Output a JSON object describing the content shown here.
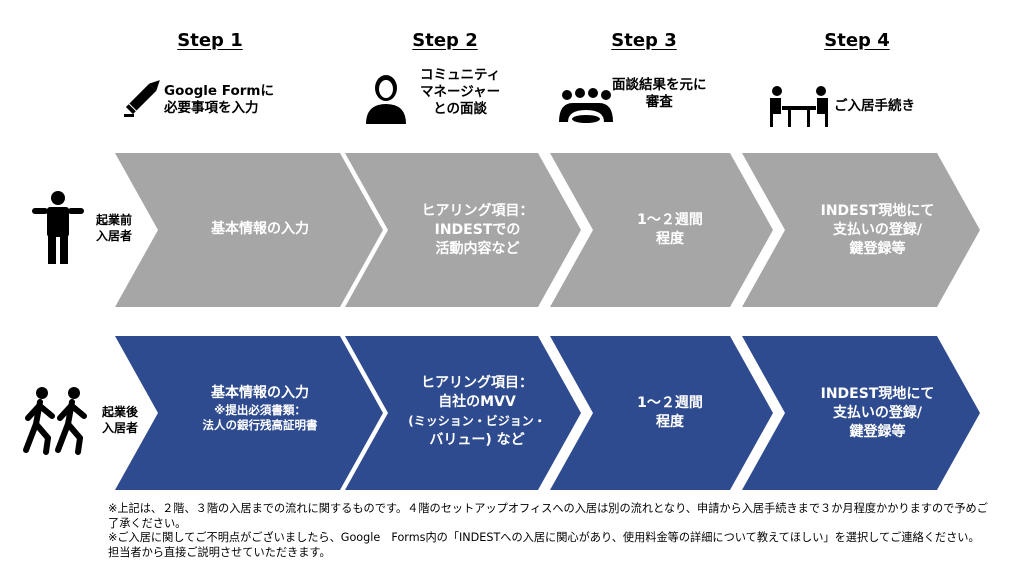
{
  "steps": [
    {
      "title": "Step 1",
      "desc": [
        "Google Formに",
        "必要事項を入力"
      ],
      "icon": "pencil-icon"
    },
    {
      "title": "Step 2",
      "desc": [
        "コミュニティ",
        "マネージャー",
        "との面談"
      ],
      "icon": "manager-person-icon"
    },
    {
      "title": "Step 3",
      "desc": [
        "面談結果を元に",
        "審査"
      ],
      "icon": "group-meeting-icon"
    },
    {
      "title": "Step 4",
      "desc": [
        "ご入居手続き"
      ],
      "icon": "desk-meeting-icon"
    }
  ],
  "rows": [
    {
      "label": [
        "起業前",
        "入居者"
      ],
      "color": "#a6a6a6",
      "icon": "standing-person-icon",
      "cells": [
        {
          "lines": [
            "基本情報の入力"
          ],
          "small": []
        },
        {
          "lines": [
            "ヒアリング項目：",
            "INDESTでの",
            "活動内容など"
          ],
          "small": []
        },
        {
          "lines": [
            "1〜２週間",
            "程度"
          ],
          "small": []
        },
        {
          "lines": [
            "INDEST現地にて",
            "支払いの登録/",
            "鍵登録等"
          ],
          "small": []
        }
      ]
    },
    {
      "label": [
        "起業後",
        "入居者"
      ],
      "color": "#2f4b8f",
      "icon": "running-people-icon",
      "cells": [
        {
          "lines": [
            "基本情報の入力"
          ],
          "small": [
            "※提出必須書類：",
            "法人の銀行残高証明書"
          ]
        },
        {
          "lines": [
            "ヒアリング項目：",
            "自社のMVV",
            "(ミッション・ビジョン・",
            "バリュー) など"
          ],
          "small": []
        },
        {
          "lines": [
            "1〜２週間",
            "程度"
          ],
          "small": []
        },
        {
          "lines": [
            "INDEST現地にて",
            "支払いの登録/",
            "鍵登録等"
          ],
          "small": []
        }
      ]
    }
  ],
  "notes": [
    "※上記は、２階、３階の入居までの流れに関するものです。４階のセットアップオフィスへの入居は別の流れとなり、申請から入居手続きまで３か月程度かかりますので予めご了承ください。",
    "※ご入居に関してご不明点がございましたら、Google　Forms内の「INDESTへの入居に関心があり、使用料金等の詳細について教えてほしい」を選択してご連絡ください。担当者から直接ご説明させていただきます。"
  ]
}
